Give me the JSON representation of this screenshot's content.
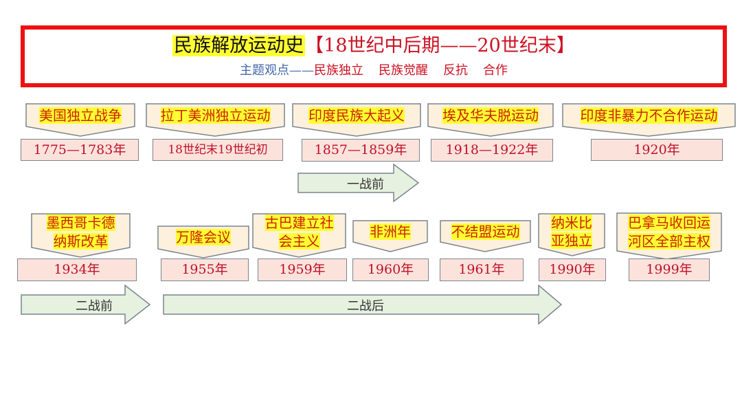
{
  "header": {
    "title_main": "民族解放运动史",
    "title_range": "【18世纪中后期——20世纪末】",
    "subtitle_label": "主题观点——",
    "subtitle_items": [
      "民族独立",
      "民族觉醒",
      "反抗",
      "合作"
    ]
  },
  "row1": {
    "events": [
      {
        "name": "美国独立战争",
        "date": "1775—1783年"
      },
      {
        "name": "拉丁美洲独立运动",
        "date": "18世纪末19世纪初"
      },
      {
        "name": "印度民族大起义",
        "date": "1857—1859年"
      },
      {
        "name": "埃及华夫脱运动",
        "date": "1918—1922年"
      },
      {
        "name": "印度非暴力不合作运动",
        "date": "1920年"
      }
    ],
    "arrow_label": "一战前"
  },
  "row2": {
    "events": [
      {
        "name_line1": "墨西哥卡德",
        "name_line2": "纳斯改革",
        "date": "1934年"
      },
      {
        "name_line1": "万隆会议",
        "name_line2": "",
        "date": "1955年"
      },
      {
        "name_line1": "古巴建立社",
        "name_line2": "会主义",
        "date": "1959年"
      },
      {
        "name_line1": "非洲年",
        "name_line2": "",
        "date": "1960年"
      },
      {
        "name_line1": "不结盟运动",
        "name_line2": "",
        "date": "1961年"
      },
      {
        "name_line1": "纳米比",
        "name_line2": "亚独立",
        "date": "1990年"
      },
      {
        "name_line1": "巴拿马收回运",
        "name_line2": "河区全部主权",
        "date": "1999年"
      }
    ],
    "arrows": [
      {
        "label": "二战前"
      },
      {
        "label": "二战后"
      }
    ]
  },
  "colors": {
    "header_border": "#ee1111",
    "highlight": "#ffff33",
    "callout_fill": "#fdf0dc",
    "date_fill": "#fbe3dc",
    "event_text": "#cc2200",
    "arrow_fill": "#e6f1df"
  }
}
